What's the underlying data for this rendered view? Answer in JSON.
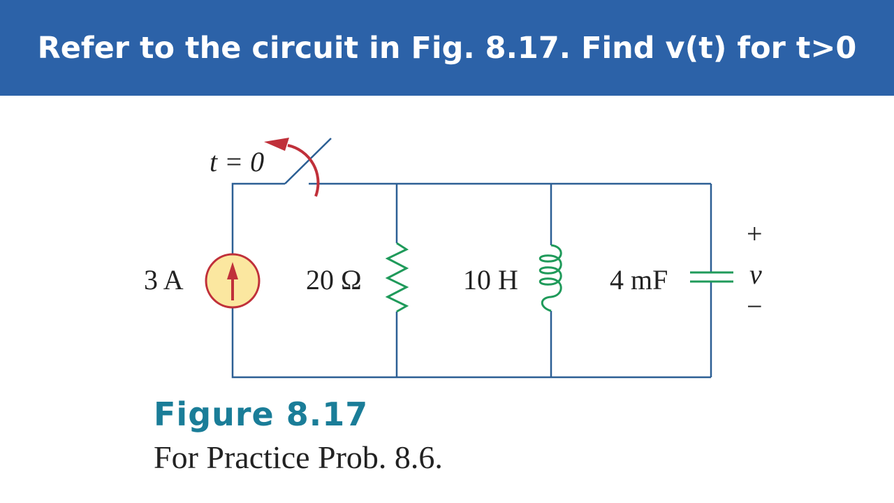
{
  "header": {
    "title": "Refer to the circuit in Fig. 8.17. Find v(t) for t>0"
  },
  "circuit": {
    "switch_label": "t = 0",
    "source_label": "3 A",
    "resistor_label": "20 Ω",
    "inductor_label": "10 H",
    "capacitor_label": "4 mF",
    "voltage_plus": "+",
    "voltage_label": "v",
    "voltage_minus": "−",
    "colors": {
      "wire": "#2c5f94",
      "component": "#1f9a5a",
      "arrow": "#c0303a",
      "source_fill": "#fbe7a0"
    }
  },
  "figure": {
    "title": "Figure 8.17",
    "caption": "For Practice Prob. 8.6."
  }
}
